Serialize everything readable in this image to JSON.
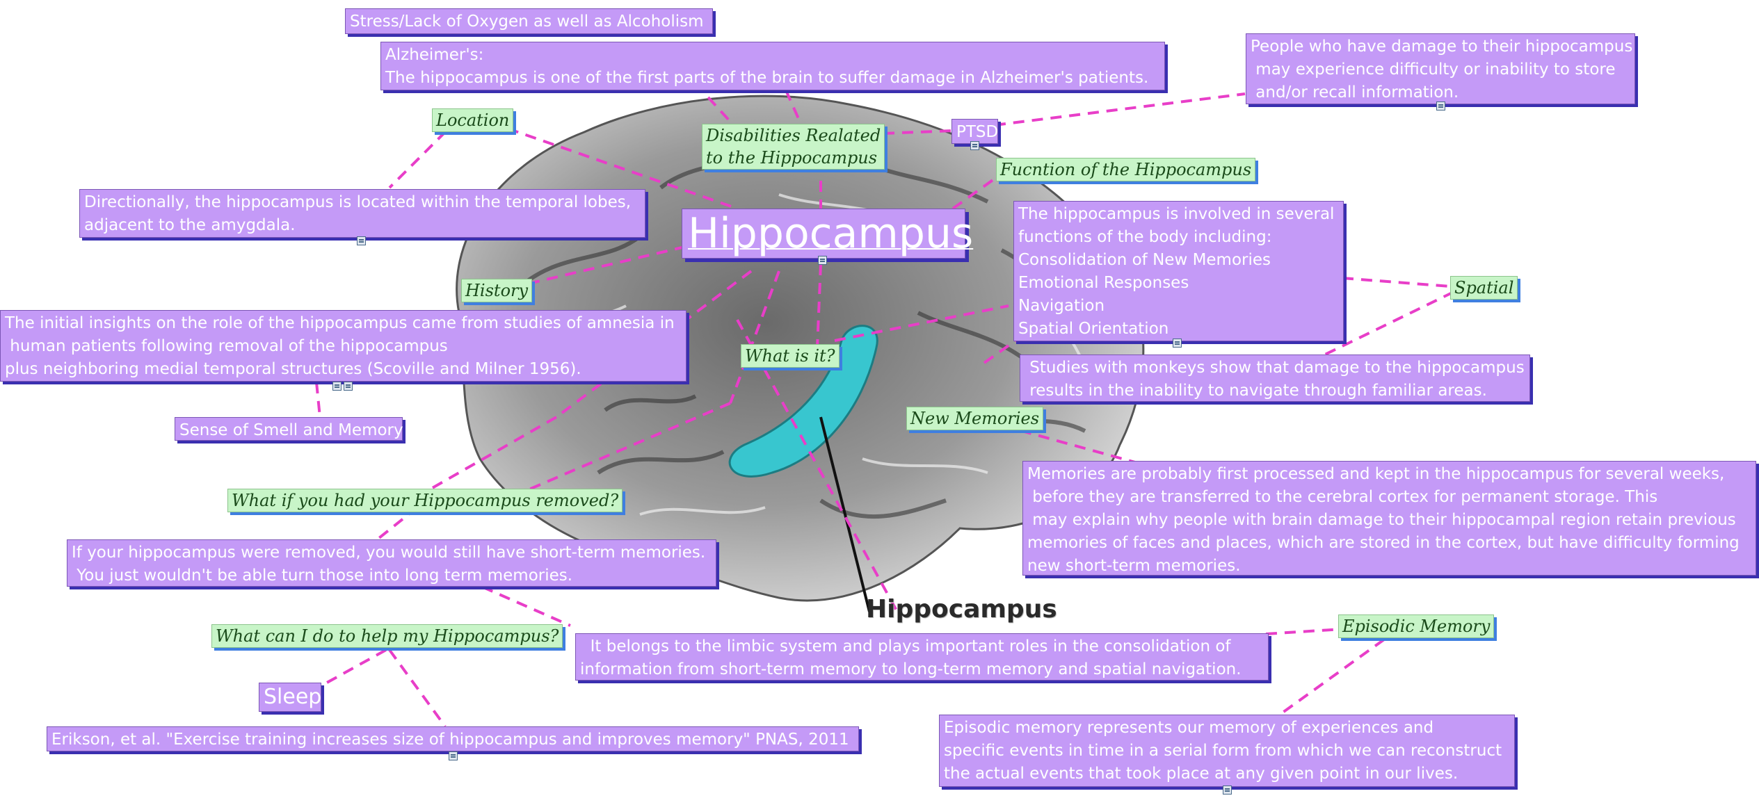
{
  "center_topic": "Hippocampus",
  "image_caption": "Hippocampus",
  "colors": {
    "topic_box": "#c49af7",
    "topic_shadow": "#3a2fb0",
    "tag_box": "#c8f5c8",
    "tag_shadow": "#3f7fe0",
    "link_line": "#e83ec8",
    "highlight": "#38c6cf"
  },
  "tags": {
    "location": "Location",
    "disabilities": "Disabilities Realated\nto the Hippocampus",
    "function": "Fucntion of the Hippocampus",
    "history": "History",
    "spatial": "Spatial",
    "what_is_it": "What is it?",
    "new_memories": "New Memories",
    "removed": "What if you had your Hippocampus removed?",
    "help": "What can I do to help my Hippocampus?",
    "episodic": "Episodic Memory"
  },
  "boxes": {
    "stress": "Stress/Lack of Oxygen as well as Alcoholism",
    "alzheimers": "Alzheimer's:\nThe hippocampus is one of the first parts of the brain to suffer damage in Alzheimer's patients.",
    "damage": "People who have damage to their hippocampus\n may experience difficulty or inability to store\n and/or recall information.",
    "ptsd": "PTSD",
    "location": "Directionally, the hippocampus is located within the temporal lobes,\nadjacent to the amygdala.",
    "functions": "The hippocampus is involved in several\nfunctions of the body including:\nConsolidation of New Memories\nEmotional Responses\nNavigation\nSpatial Orientation",
    "history": "The initial insights on the role of the hippocampus came from studies of amnesia in\n human patients following removal of the hippocampus\nplus neighboring medial temporal structures (Scoville and Milner 1956).",
    "monkeys": " Studies with monkeys show that damage to the hippocampus\n results in the inability to navigate through familiar areas.",
    "smell": "Sense of Smell and Memory",
    "memories": "Memories are probably first processed and kept in the hippocampus for several weeks,\n before they are transferred to the cerebral cortex for permanent storage. This\n may explain why people with brain damage to their hippocampal region retain previous\nmemories of faces and places, which are stored in the cortex, but have difficulty forming\nnew short-term memories.",
    "removed": "If your hippocampus were removed, you would still have short-term memories.\n You just wouldn't be able turn those into long term memories.",
    "limbic": "  It belongs to the limbic system and plays important roles in the consolidation of\ninformation from short-term memory to long-term memory and spatial navigation.",
    "sleep": "Sleep",
    "erikson": "Erikson, et al. \"Exercise training increases size of hippocampus and improves memory\" PNAS, 2011",
    "episodic": "Episodic memory represents our memory of experiences and\nspecific events in time in a serial form from which we can reconstruct\nthe actual events that took place at any given point in our lives."
  }
}
